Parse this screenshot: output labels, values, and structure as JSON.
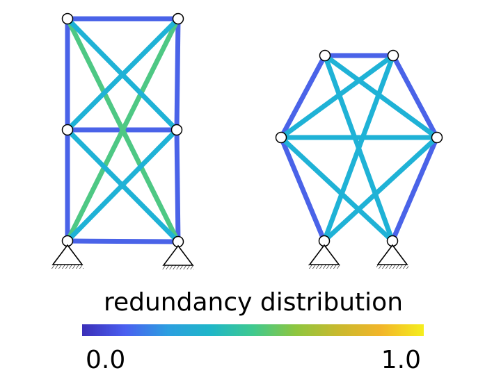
{
  "colorbar": {
    "label": "redundancy distribution",
    "min_label": "0.0",
    "max_label": "1.0",
    "stops": [
      "#3b2fb8",
      "#4a5ff0",
      "#2c9ee0",
      "#1fb6c8",
      "#3fc98f",
      "#8ec63f",
      "#c9b92e",
      "#f2b52a",
      "#f5ee1e"
    ]
  },
  "colors": {
    "deep_blue": "#4a63e8",
    "cyan": "#1fb2d6",
    "green": "#4ec884",
    "node_fill": "#ffffff",
    "node_stroke": "#000000"
  },
  "diagrams": [
    {
      "name": "rectangular-truss",
      "members": [
        {
          "color": "deep_blue",
          "value": 0.15
        },
        {
          "color": "deep_blue",
          "value": 0.15
        },
        {
          "color": "deep_blue",
          "value": 0.15
        },
        {
          "color": "deep_blue",
          "value": 0.15
        },
        {
          "color": "deep_blue",
          "value": 0.15
        },
        {
          "color": "deep_blue",
          "value": 0.15
        },
        {
          "color": "deep_blue",
          "value": 0.15
        },
        {
          "color": "green",
          "value": 0.6
        },
        {
          "color": "green",
          "value": 0.6
        },
        {
          "color": "cyan",
          "value": 0.4
        },
        {
          "color": "cyan",
          "value": 0.4
        },
        {
          "color": "cyan",
          "value": 0.4
        },
        {
          "color": "cyan",
          "value": 0.4
        }
      ]
    },
    {
      "name": "hexagonal-truss",
      "members": [
        {
          "color": "deep_blue",
          "value": 0.15
        },
        {
          "color": "deep_blue",
          "value": 0.15
        },
        {
          "color": "deep_blue",
          "value": 0.15
        },
        {
          "color": "deep_blue",
          "value": 0.15
        },
        {
          "color": "deep_blue",
          "value": 0.15
        },
        {
          "color": "cyan",
          "value": 0.4
        },
        {
          "color": "cyan",
          "value": 0.4
        },
        {
          "color": "cyan",
          "value": 0.4
        },
        {
          "color": "cyan",
          "value": 0.4
        },
        {
          "color": "cyan",
          "value": 0.4
        },
        {
          "color": "cyan",
          "value": 0.4
        },
        {
          "color": "cyan",
          "value": 0.4
        }
      ]
    }
  ]
}
